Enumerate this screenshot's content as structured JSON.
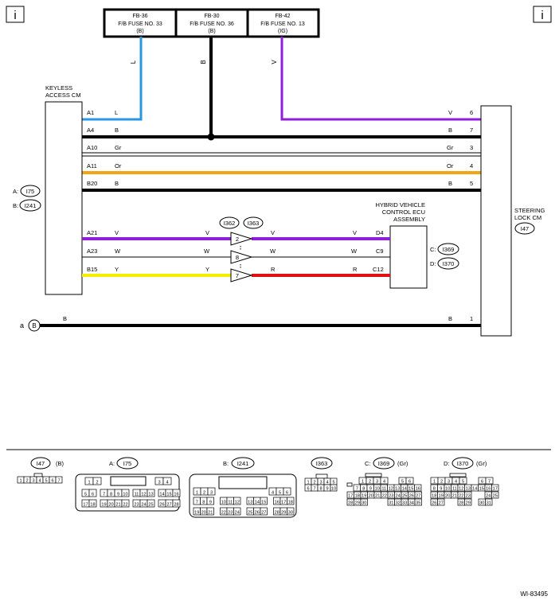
{
  "info_markers": {
    "left": "i",
    "right": "i"
  },
  "fuses": [
    {
      "id": "FB-36",
      "name": "F/B FUSE NO. 33",
      "color": "(B)"
    },
    {
      "id": "FB-30",
      "name": "F/B FUSE NO. 36",
      "color": "(B)"
    },
    {
      "id": "FB-42",
      "name": "F/B FUSE NO. 13",
      "color": "(IG)"
    }
  ],
  "feed_labels": {
    "fuse1": "L",
    "fuse2": "B",
    "fuse3": "V"
  },
  "modules": {
    "keyless": {
      "line1": "KEYLESS",
      "line2": "ACCESS CM",
      "conn_a": "A:",
      "conn_a_id": "I75",
      "conn_b": "B:",
      "conn_b_id": "I241"
    },
    "steering": {
      "line1": "STEERING",
      "line2": "LOCK CM",
      "conn": "I47"
    },
    "hybrid": {
      "line1": "HYBRID VEHICLE",
      "line2": "CONTROL ECU",
      "line3": "ASSEMBLY",
      "conn_c": "C:",
      "conn_c_id": "I369",
      "conn_d": "D:",
      "conn_d_id": "I370"
    }
  },
  "wires": [
    {
      "pin": "A1",
      "color": "L",
      "rcolor": "V",
      "rpin": "6"
    },
    {
      "pin": "A4",
      "color": "B",
      "rcolor": "B",
      "rpin": "7"
    },
    {
      "pin": "A10",
      "color": "Gr",
      "rcolor": "Gr",
      "rpin": "3"
    },
    {
      "pin": "A11",
      "color": "Or",
      "rcolor": "Or",
      "rpin": "4"
    },
    {
      "pin": "B20",
      "color": "B",
      "rcolor": "B",
      "rpin": "5"
    }
  ],
  "junction": {
    "conn1": "I362",
    "conn2": "I363"
  },
  "signals": [
    {
      "pin": "A21",
      "c1": "V",
      "c2": "V",
      "pn": "2",
      "c3": "V",
      "c4": "V",
      "epin": "D4"
    },
    {
      "pin": "A23",
      "c1": "W",
      "c2": "W",
      "pn": "8",
      "c3": "W",
      "c4": "W",
      "epin": "C9"
    },
    {
      "pin": "B15",
      "c1": "Y",
      "c2": "Y",
      "pn": "7",
      "c3": "R",
      "c4": "R",
      "epin": "C12"
    }
  ],
  "ground": {
    "prefix": "a",
    "symbol": "B",
    "color": "B",
    "rcolor": "B",
    "rpin": "1"
  },
  "connectors": {
    "i47": {
      "id": "I47",
      "color": "(B)",
      "pins": [
        "1",
        "2",
        "3",
        "4",
        "5",
        "6",
        "7"
      ]
    },
    "i75": {
      "prefix": "A:",
      "id": "I75",
      "top": [
        "1",
        "2",
        "3",
        "4"
      ],
      "r2": [
        "5",
        "6",
        "7",
        "8",
        "9",
        "10",
        "11",
        "12",
        "13",
        "14",
        "15",
        "16"
      ],
      "r3": [
        "17",
        "18",
        "19",
        "20",
        "21",
        "22",
        "23",
        "24",
        "25",
        "26",
        "27",
        "28"
      ]
    },
    "i241": {
      "prefix": "B:",
      "id": "I241",
      "top": [
        "1",
        "2",
        "3",
        "4",
        "5",
        "6"
      ],
      "r2": [
        "7",
        "8",
        "9",
        "10",
        "11",
        "12",
        "13",
        "14",
        "15",
        "16",
        "17",
        "18"
      ],
      "r3": [
        "19",
        "20",
        "21",
        "22",
        "23",
        "24",
        "25",
        "26",
        "27",
        "28",
        "29",
        "30"
      ]
    },
    "i363": {
      "id": "I363",
      "r1": [
        "1",
        "2",
        "3",
        "4",
        "5"
      ],
      "r2": [
        "6",
        "7",
        "8",
        "9",
        "10"
      ]
    },
    "i369": {
      "prefix": "C:",
      "id": "I369",
      "color": "(Gr)",
      "r1": [
        "1",
        "2",
        "3",
        "4",
        "5",
        "6"
      ],
      "r2": [
        "7",
        "8",
        "9",
        "10",
        "11",
        "12",
        "13",
        "14",
        "15",
        "16"
      ],
      "r3": [
        "17",
        "18",
        "19",
        "20",
        "21",
        "22",
        "23",
        "24",
        "25",
        "26",
        "27"
      ],
      "r4": [
        "28",
        "29",
        "30",
        "31",
        "32",
        "33",
        "34",
        "35"
      ]
    },
    "i370": {
      "prefix": "D:",
      "id": "I370",
      "color": "(Gr)",
      "r1": [
        "1",
        "2",
        "3",
        "4",
        "5",
        "6",
        "7"
      ],
      "r2": [
        "8",
        "9",
        "10",
        "11",
        "12",
        "13",
        "14",
        "15",
        "16",
        "17"
      ],
      "r3": [
        "18",
        "19",
        "20",
        "21",
        "22",
        "23",
        "24",
        "25"
      ],
      "r4": [
        "26",
        "27",
        "28",
        "29",
        "30",
        "31"
      ]
    }
  },
  "figure_id": "WI-83495",
  "wire_colors": {
    "L": "#2b95e0",
    "V": "#8e1ed8",
    "B": "#000000",
    "Gr": "#9a9a9a",
    "Or": "#f2a516",
    "Y": "#f2ee00",
    "R": "#e01010",
    "W": "#000000"
  }
}
